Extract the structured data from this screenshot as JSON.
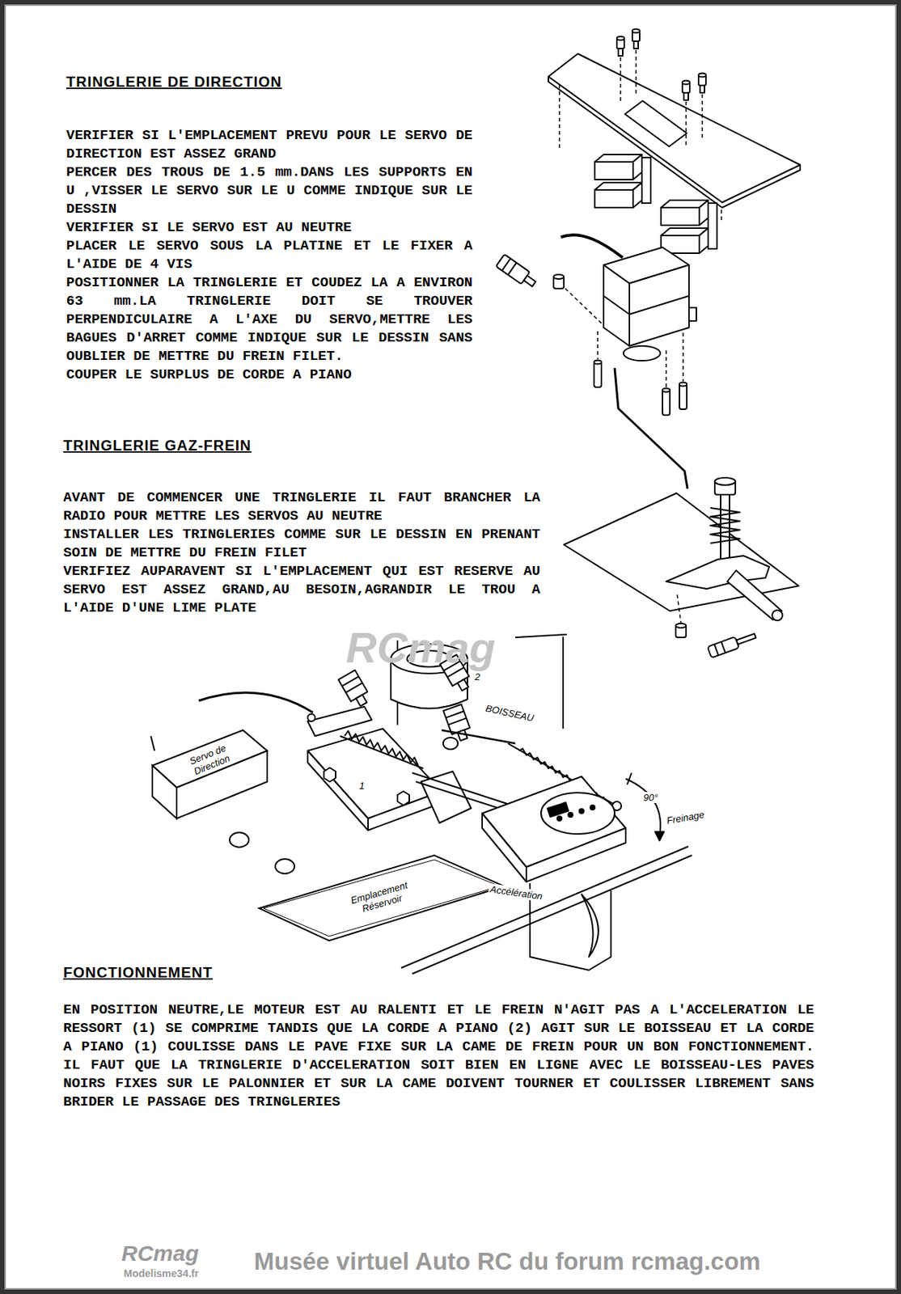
{
  "diagram": {
    "nodes": [
      {
        "text": [
          "Servo de Direction"
        ]
      },
      {
        "text": [
          "Emplacement Réservoir"
        ]
      }
    ],
    "labels": [
      "TRINGLERIE DE DIRECTION",
      "VERIFIER SI L'EMPLACEMENT PREVU POUR LE SERVO DE DIRECTION EST ASSEZ GRAND",
      "PERCER DES TROUS DE 1.5 mm.DANS LES SUPPORTS EN U ,VISSER LE SERVO SUR LE U COMME INDIQUE SUR LE DESSIN",
      "VERIFIER SI LE SERVO EST AU NEUTRE",
      "PLACER LE SERVO SOUS LA PLATINE ET LE FIXER A L'AIDE DE 4 VIS",
      "POSITIONNER LA TRINGLERIE ET COUDEZ LA A ENVIRON 63 mm.LA TRINGLERIE DOIT SE TROUVER PERPENDICULAIRE A L'AXE DU SERVO,METTRE LES BAGUES D'ARRET COMME INDIQUE SUR LE DESSIN SANS OUBLIER DE METTRE DU FREIN FILET.",
      "COUPER LE SURPLUS DE CORDE A PIANO",
      "TRINGLERIE GAZ-FREIN",
      "AVANT DE COMMENCER UNE TRINGLERIE IL FAUT BRANCHER LA RADIO POUR METTRE LES SERVOS AU NEUTRE",
      "INSTALLER LES TRINGLERIES COMME SUR LE DESSIN EN PRENANT SOIN DE METTRE DU FREIN FILET",
      "VERIFIEZ AUPARAVENT SI L'EMPLACEMENT QUI EST RESERVE AU SERVO EST ASSEZ GRAND,AU BESOIN,AGRANDIR LE TROU A L'AIDE D'UNE LIME PLATE",
      "FONCTIONNEMENT",
      "EN POSITION NEUTRE,LE MOTEUR EST AU RALENTI ET LE FREIN N'AGIT PAS A L'ACCELERATION LE RESSORT (1) SE COMPRIME TANDIS QUE LA CORDE A PIANO (2) AGIT SUR LE BOISSEAU ET LA CORDE A PIANO (1) COULISSE DANS LE PAVE FIXE SUR LA CAME DE FREIN POUR UN BON FONCTIONNEMENT. IL FAUT QUE LA TRINGLERIE D'ACCELERATION SOIT BIEN EN LIGNE AVEC LE BOISSEAU-LES PAVES NOIRS FIXES SUR LE PALONNIER ET SUR LA CAME DOIVENT TOURNER ET COULISSER LIBREMENT SANS BRIDER LE PASSAGE DES TRINGLERIES",
      "1",
      "2",
      "BOISSEAU",
      "90°",
      "Freinage",
      "Accélération",
      "RCmag",
      "RCmag",
      "Modelisme34.fr",
      "Musée virtuel Auto RC du forum rcmag.com"
    ]
  }
}
